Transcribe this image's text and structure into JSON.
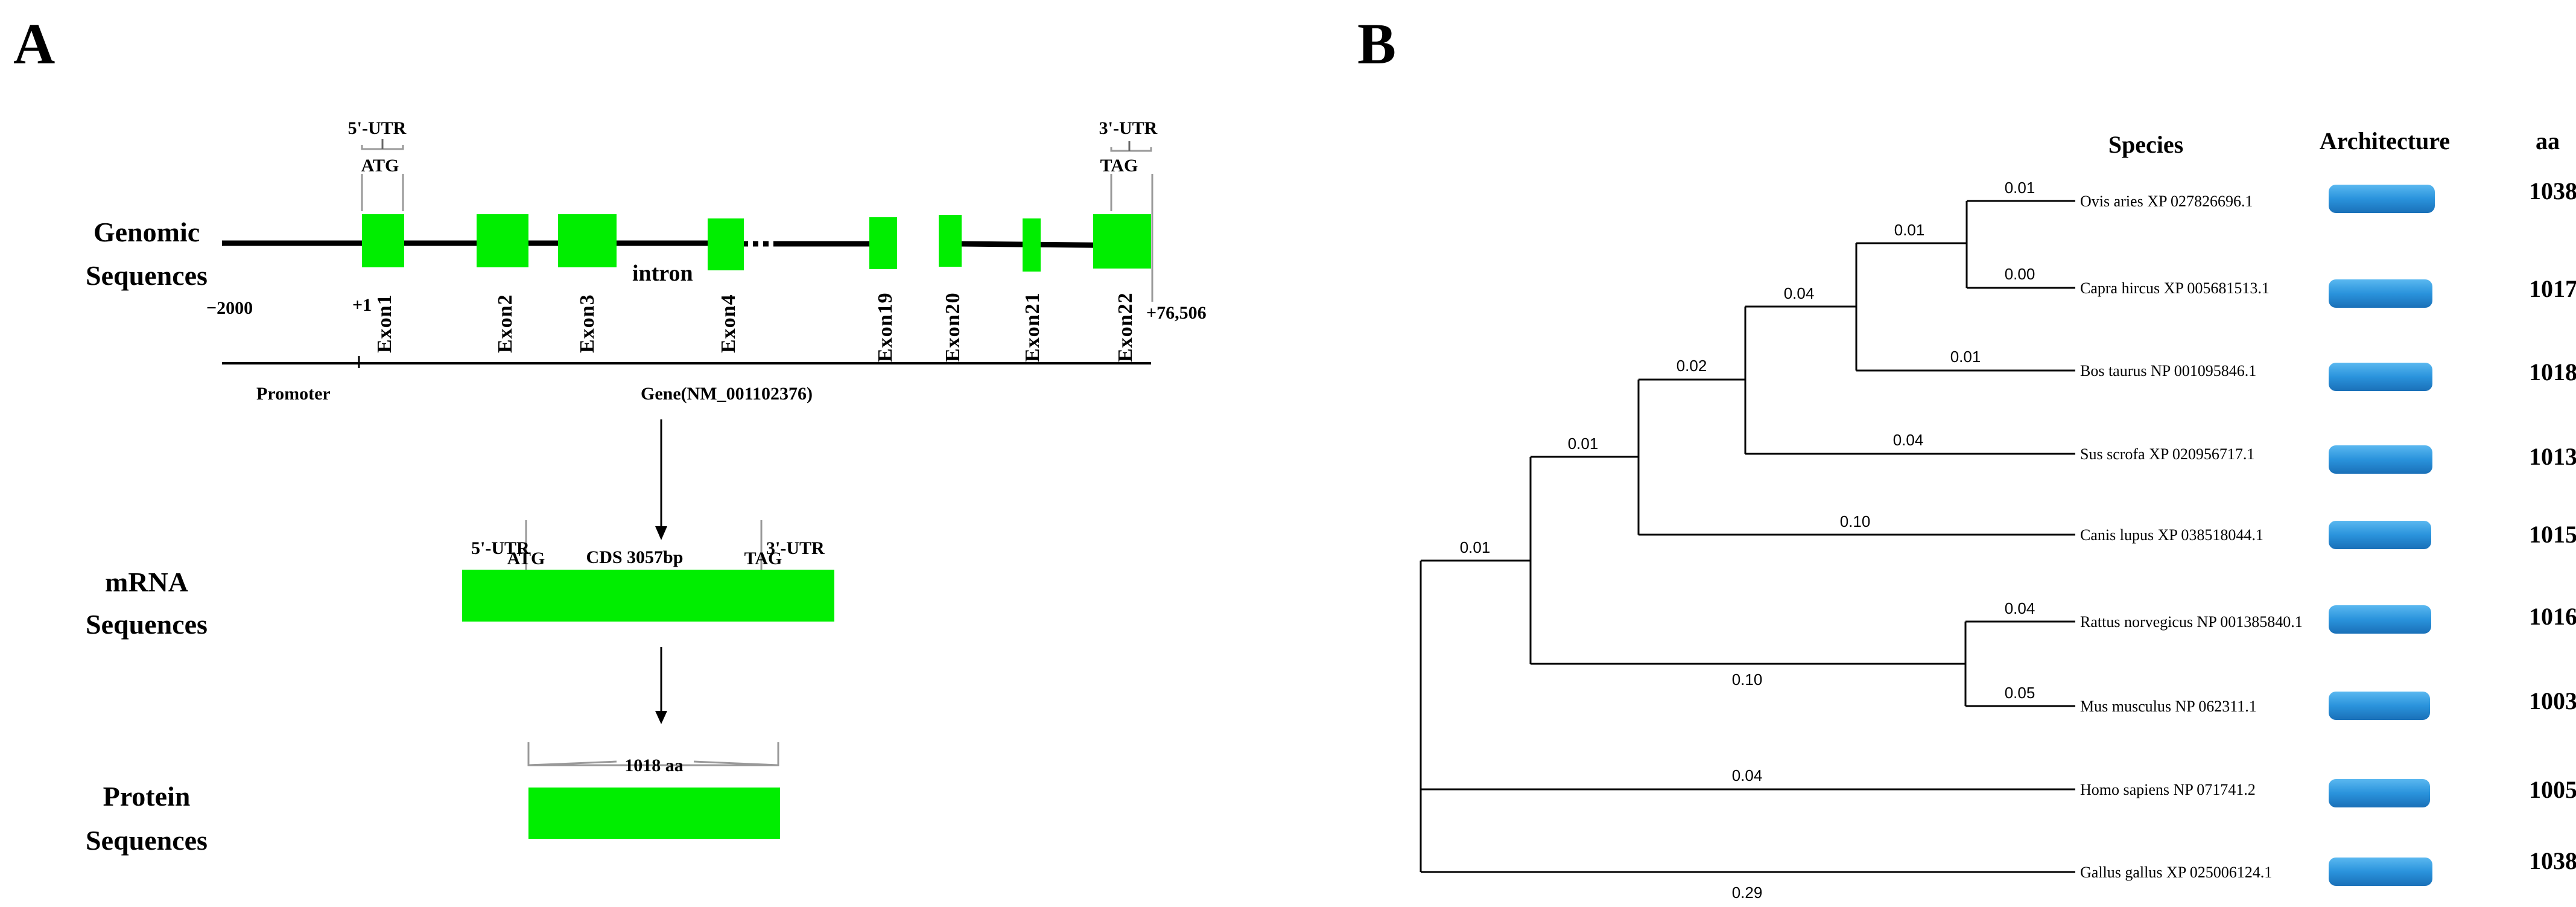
{
  "panelA": {
    "label": "A",
    "genomic_label": [
      "Genomic",
      "Sequences"
    ],
    "mrna_label": [
      "mRNA",
      "Sequences"
    ],
    "protein_label": [
      "Protein",
      "Sequences"
    ],
    "utr5": "5'-UTR",
    "utr3": "3'-UTR",
    "atg": "ATG",
    "tag": "TAG",
    "pos_start": "−2000",
    "pos_plus1": "+1",
    "pos_end": "+76,506",
    "intron": "intron",
    "promoter": "Promoter",
    "gene": "Gene(NM_001102376)",
    "exons": [
      "Exon1",
      "Exon2",
      "Exon3",
      "Exon4",
      "Exon19",
      "Exon20",
      "Exon21",
      "Exon22"
    ],
    "mrna": {
      "atg": "ATG",
      "tag": "TAG",
      "utr5": "5'-UTR",
      "utr3": "3'-UTR",
      "cds": "CDS  3057bp"
    },
    "protein": {
      "length": "1018  aa"
    },
    "colors": {
      "exon": "#00ee00",
      "line": "#000000"
    }
  },
  "panelB": {
    "label": "B",
    "headers": {
      "species": "Species",
      "architecture": "Architecture",
      "aa": "aa"
    },
    "taxa": [
      {
        "name": "Ovis aries XP 027826696.1",
        "aa": "1038"
      },
      {
        "name": "Capra hircus XP 005681513.1",
        "aa": "1017"
      },
      {
        "name": "Bos taurus NP 001095846.1",
        "aa": "1018"
      },
      {
        "name": "Sus scrofa XP 020956717.1",
        "aa": "1013"
      },
      {
        "name": "Canis lupus XP 038518044.1",
        "aa": "1015"
      },
      {
        "name": "Rattus norvegicus NP 001385840.1",
        "aa": "1016"
      },
      {
        "name": "Mus musculus NP 062311.1",
        "aa": "1003"
      },
      {
        "name": "Homo sapiens NP 071741.2",
        "aa": "1005"
      },
      {
        "name": "Gallus gallus XP 025006124.1",
        "aa": "1038"
      }
    ],
    "branch_lengths": {
      "ovis": "0.01",
      "capra": "0.00",
      "ovis_capra": "0.01",
      "bos": "0.01",
      "bovids": "0.04",
      "sus": "0.04",
      "artiodactyla": "0.02",
      "canis": "0.10",
      "laurasiatheria": "0.01",
      "rattus": "0.04",
      "mus": "0.05",
      "rodents": "0.10",
      "mammals_ex_human": "0.01",
      "homo": "0.04",
      "gallus": "0.29"
    },
    "colors": {
      "domain": "#2a93dc"
    }
  }
}
